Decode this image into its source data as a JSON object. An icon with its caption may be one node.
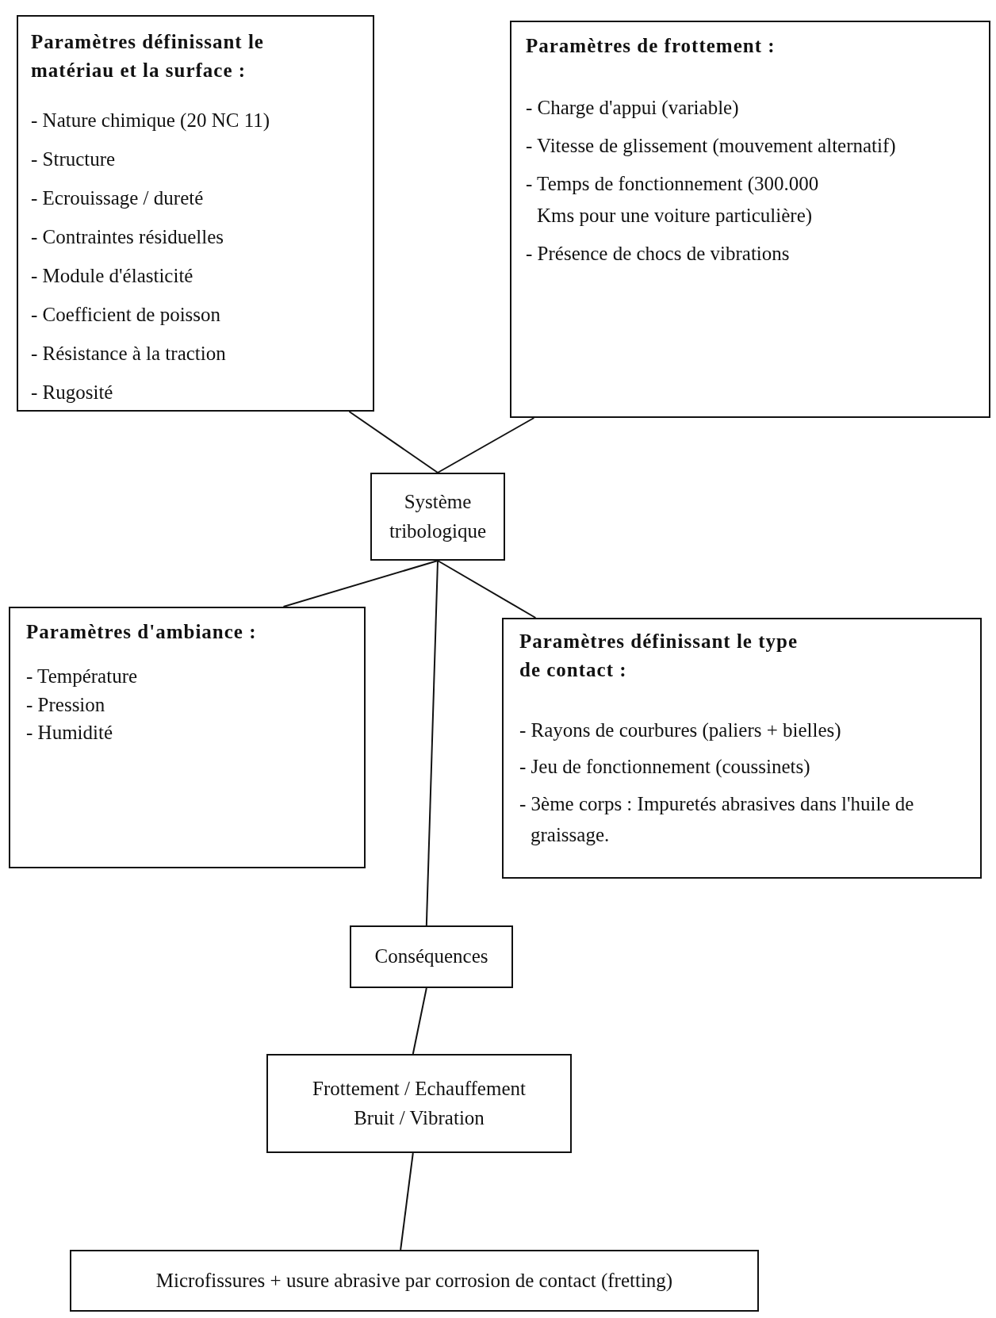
{
  "diagram": {
    "nodes": [
      {
        "text": [
          "Paramètres définissant le matériau et la surface :",
          "- Nature chimique (20 NC 11)",
          "- Structure",
          "- Ecrouissage / dureté",
          "- Contraintes résiduelles",
          "- Module d'élasticité",
          "- Coefficient de poisson",
          "- Résistance à la traction",
          "- Rugosité"
        ]
      },
      {
        "text": [
          "Paramètres de frottement :",
          "- Charge d'appui (variable)",
          "- Vitesse de glissement (mouvement alternatif)",
          "- Temps de fonctionnement (300.000 Kms pour une voiture particulière)",
          "- Présence de chocs de vibrations"
        ]
      },
      {
        "text": [
          "Système tribologique"
        ]
      },
      {
        "text": [
          "Paramètres d'ambiance :",
          "- Température",
          "- Pression",
          "- Humidité"
        ]
      },
      {
        "text": [
          "Paramètres définissant le type de contact :",
          "- Rayons de courbures (paliers + bielles)",
          "- Jeu de fonctionnement (coussinets)",
          "- 3ème corps : Impuretés abrasives dans l'huile de graissage."
        ]
      },
      {
        "text": [
          "Conséquences"
        ]
      },
      {
        "text": [
          "Frottement / Echauffement Bruit / Vibration"
        ]
      },
      {
        "text": [
          "Microfissures + usure abrasive par corrosion de contact (fretting)"
        ]
      }
    ],
    "edges": [
      {
        "from": 0,
        "to": 2,
        "arrow": "none"
      },
      {
        "from": 1,
        "to": 2,
        "arrow": "none"
      },
      {
        "from": 2,
        "to": 3,
        "arrow": "none"
      },
      {
        "from": 2,
        "to": 4,
        "arrow": "none"
      },
      {
        "from": 2,
        "to": 5,
        "arrow": "none"
      },
      {
        "from": 5,
        "to": 6,
        "arrow": "none"
      },
      {
        "from": 6,
        "to": 7,
        "arrow": "none"
      }
    ]
  }
}
